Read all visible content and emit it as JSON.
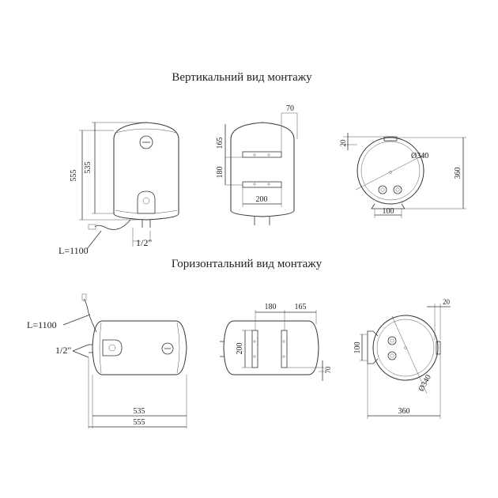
{
  "titles": {
    "vertical": "Вертикальний вид монтажу",
    "horizontal": "Горизонтальний вид монтажу"
  },
  "labels": {
    "cable_length": "L=1100",
    "pipe_thread": "1/2\"",
    "height_total": "555",
    "height_body": "535",
    "bracket_w": "70",
    "bracket_top": "165",
    "bracket_gap": "180",
    "bracket_span": "200",
    "depth": "360",
    "diameter": "Ø340",
    "offset": "20",
    "support": "100",
    "h_dim_top_left": "180",
    "h_dim_top_right": "165",
    "h_dim_side": "200",
    "h_dim_side_right": "70",
    "h_len_body": "535",
    "h_len_total": "555",
    "h_offset": "20",
    "h_support": "100",
    "h_diameter": "Ø340",
    "h_depth": "360"
  }
}
